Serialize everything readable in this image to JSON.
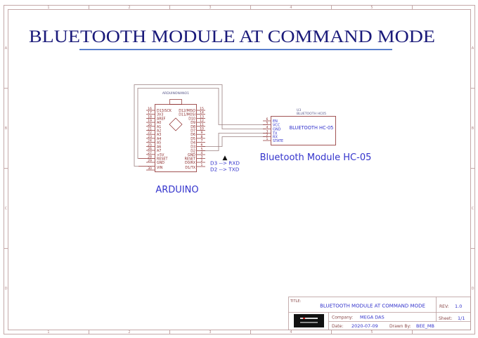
{
  "page": {
    "title": "BLUETOOTH MODULE AT COMMAND MODE",
    "colors": {
      "frame": "#b89a9a",
      "title": "#1a1a7a",
      "underline": "#2255bb",
      "net_label": "#3333cc",
      "pin": "#8b2a2a",
      "wire": "#9a7e7e",
      "part_body": "#8b2a2a"
    }
  },
  "frame": {
    "col_labels": [
      "1",
      "2",
      "3",
      "4",
      "5"
    ],
    "row_labels": [
      "A",
      "B",
      "C",
      "D"
    ]
  },
  "arduino": {
    "ref": "ARDUINONANO1",
    "label": "ARDUINO",
    "left_pins": [
      {
        "num": "16",
        "name": "D13/SCK"
      },
      {
        "num": "17",
        "name": "3V3"
      },
      {
        "num": "18",
        "name": "AREF"
      },
      {
        "num": "19",
        "name": "A0"
      },
      {
        "num": "20",
        "name": "A1"
      },
      {
        "num": "21",
        "name": "A2"
      },
      {
        "num": "22",
        "name": "A3"
      },
      {
        "num": "23",
        "name": "A4"
      },
      {
        "num": "24",
        "name": "A5"
      },
      {
        "num": "25",
        "name": "A6"
      },
      {
        "num": "26",
        "name": "A7"
      },
      {
        "num": "27",
        "name": "+5V"
      },
      {
        "num": "28",
        "name": "RESET"
      },
      {
        "num": "29",
        "name": "GND"
      },
      {
        "num": "30",
        "name": "VIN"
      }
    ],
    "right_pins": [
      {
        "num": "15",
        "name": "D12/MISO"
      },
      {
        "num": "14",
        "name": "D11/MOSI"
      },
      {
        "num": "13",
        "name": "D10"
      },
      {
        "num": "12",
        "name": "D9"
      },
      {
        "num": "11",
        "name": "D8"
      },
      {
        "num": "10",
        "name": "D7"
      },
      {
        "num": "9",
        "name": "D6"
      },
      {
        "num": "8",
        "name": "D5"
      },
      {
        "num": "7",
        "name": "D4"
      },
      {
        "num": "6",
        "name": "D3"
      },
      {
        "num": "5",
        "name": "D2"
      },
      {
        "num": "4",
        "name": "GND"
      },
      {
        "num": "3",
        "name": "RESET"
      },
      {
        "num": "2",
        "name": "D0/RX"
      },
      {
        "num": "1",
        "name": "D1/TX"
      }
    ]
  },
  "bluetooth": {
    "ref": "U3",
    "value": "BLUETOOTH HC05",
    "body_label": "BLUETOOTH HC-05",
    "caption": "Bluetooth Module HC-05",
    "pins": [
      {
        "num": "6",
        "name": "EN"
      },
      {
        "num": "5",
        "name": "VCC"
      },
      {
        "num": "4",
        "name": "GND"
      },
      {
        "num": "3",
        "name": "TX"
      },
      {
        "num": "2",
        "name": "RX"
      },
      {
        "num": "1",
        "name": "STATE"
      }
    ]
  },
  "notes": {
    "line1": "D3 --> RXD",
    "line2": "D2 --> TXD",
    "marker": "▲"
  },
  "title_block": {
    "title_label": "TITLE:",
    "title_value": "BLUETOOTH MODULE AT COMMAND MODE",
    "rev_label": "REV:",
    "rev_value": "1.0",
    "company_label": "Company:",
    "company_value": "MEGA DAS",
    "sheet_label": "Sheet:",
    "sheet_value": "1/1",
    "date_label": "Date:",
    "date_value": "2020-07-09",
    "drawn_label": "Drawn By:",
    "drawn_value": "BEE_MB"
  }
}
